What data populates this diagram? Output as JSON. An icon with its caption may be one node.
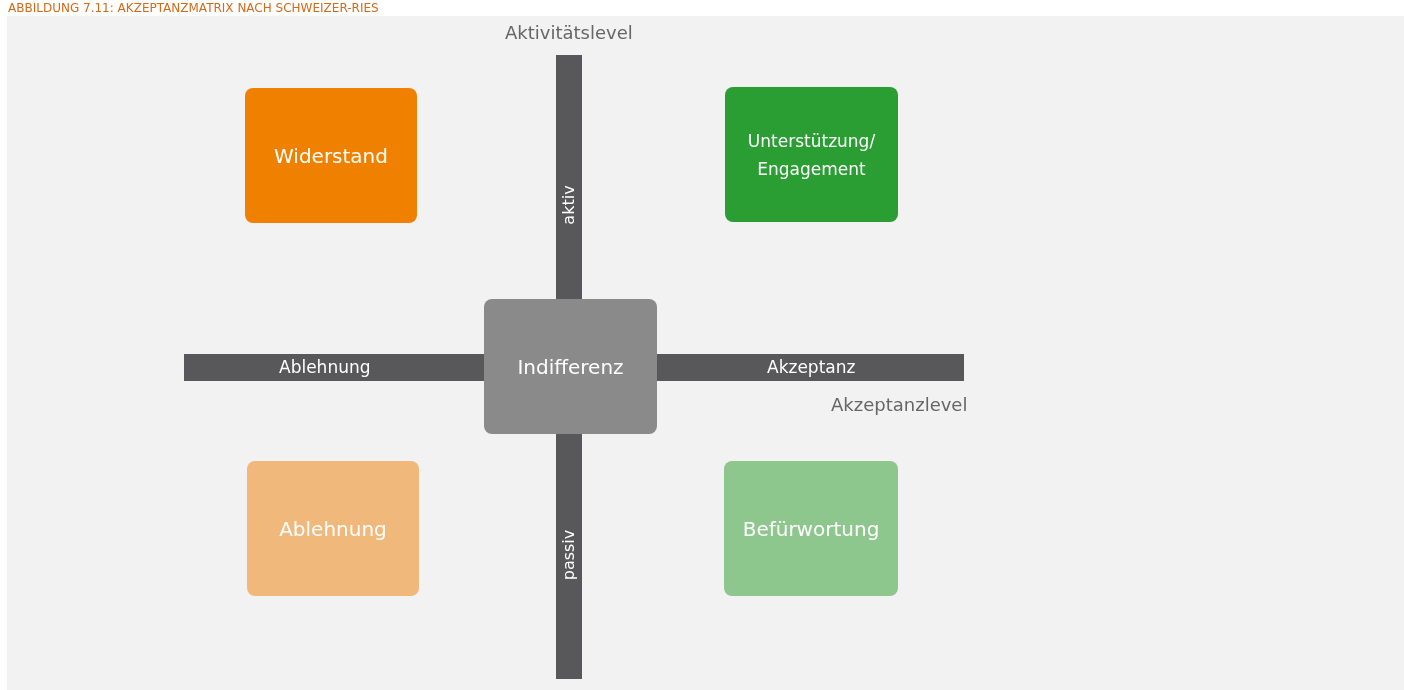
{
  "diagram": {
    "title": "ABBILDUNG 7.11: AKZEPTANZMATRIX NACH SCHWEIZER-RIES",
    "nodes": [
      {
        "text": [
          "Widerstand"
        ]
      },
      {
        "text": [
          "Unterstützung/ Engagement"
        ]
      },
      {
        "text": [
          "Indifferenz"
        ]
      },
      {
        "text": [
          "Ablehnung"
        ]
      },
      {
        "text": [
          "Befürwortung"
        ]
      }
    ],
    "labels": [
      "Aktivitätslevel",
      "aktiv",
      "Ablehnung",
      "Akzeptanz",
      "Akzeptanzlevel",
      "passiv"
    ]
  }
}
